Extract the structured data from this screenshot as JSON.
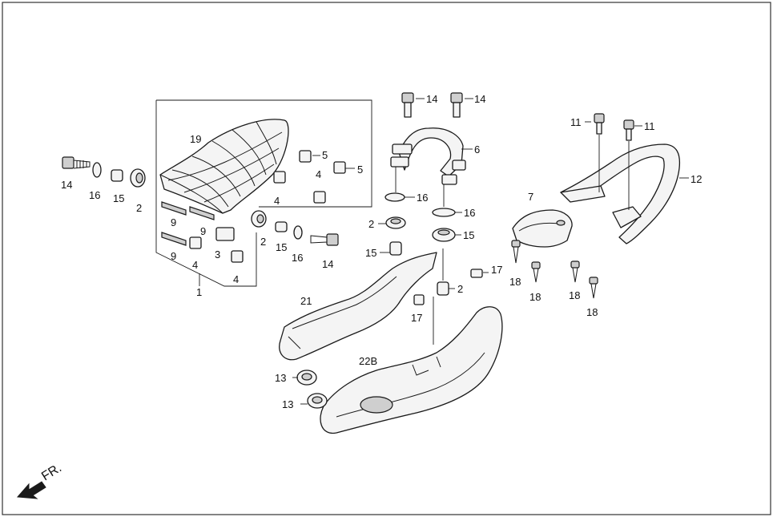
{
  "callouts": {
    "c1": "1",
    "c2a": "2",
    "c2b": "2",
    "c2c": "2",
    "c2d": "2",
    "c3": "3",
    "c4a": "4",
    "c4b": "4",
    "c4c": "4",
    "c4d": "4",
    "c5a": "5",
    "c5b": "5",
    "c6": "6",
    "c7": "7",
    "c9a": "9",
    "c9b": "9",
    "c9c": "9",
    "c11a": "11",
    "c11b": "11",
    "c12": "12",
    "c13a": "13",
    "c13b": "13",
    "c14a": "14",
    "c14b": "14",
    "c14c": "14",
    "c14d": "14",
    "c15a": "15",
    "c15b": "15",
    "c15c": "15",
    "c15d": "15",
    "c16a": "16",
    "c16b": "16",
    "c16c": "16",
    "c16d": "16",
    "c17a": "17",
    "c17b": "17",
    "c18a": "18",
    "c18b": "18",
    "c18c": "18",
    "c18d": "18",
    "c19": "19",
    "c21": "21",
    "c22b": "22B"
  },
  "front_indicator": "FR."
}
